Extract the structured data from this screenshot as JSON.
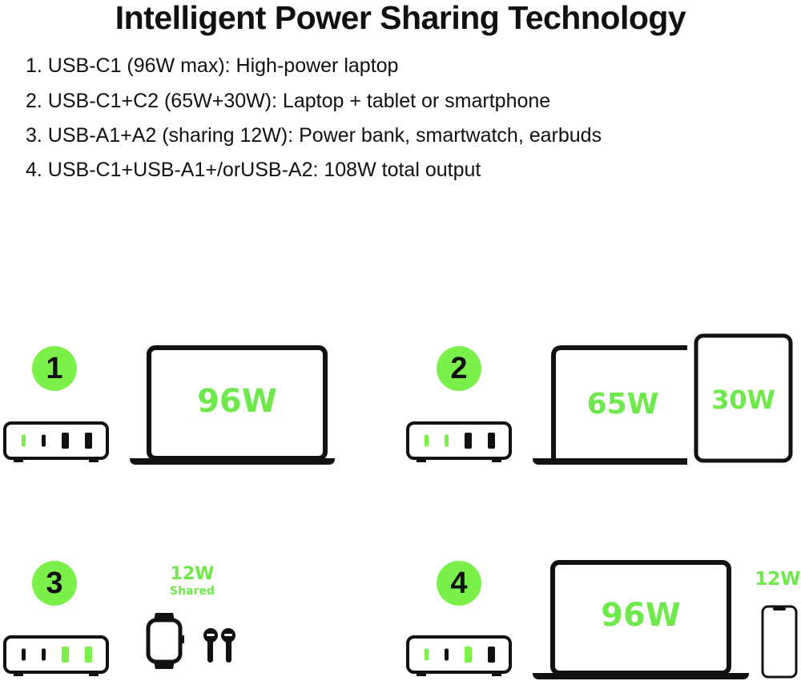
{
  "title": "Intelligent Power Sharing Technology",
  "features": [
    "1. USB-C1 (96W max): High-power laptop",
    "2. USB-C1+C2 (65W+30W): Laptop + tablet or smartphone",
    "3. USB-A1+A2 (sharing 12W): Power bank, smartwatch, earbuds",
    "4. USB-C1+USB-A1+/orUSB-A2: 108W total output"
  ],
  "colors": {
    "accent": "#7cf04a",
    "accent_text": "#6ee84a",
    "ink": "#111111",
    "port_idle": "#111111"
  },
  "scenarios": [
    {
      "number": "1",
      "ports_active": [
        true,
        false,
        false,
        false
      ],
      "laptop_power": "96W"
    },
    {
      "number": "2",
      "ports_active": [
        true,
        true,
        false,
        false
      ],
      "laptop_power": "65W",
      "tablet_power": "30W"
    },
    {
      "number": "3",
      "ports_active": [
        false,
        false,
        true,
        true
      ],
      "shared_power": "12W",
      "shared_label": "Shared"
    },
    {
      "number": "4",
      "ports_active": [
        true,
        false,
        true,
        false
      ],
      "laptop_power": "96W",
      "phone_power": "12W"
    }
  ]
}
